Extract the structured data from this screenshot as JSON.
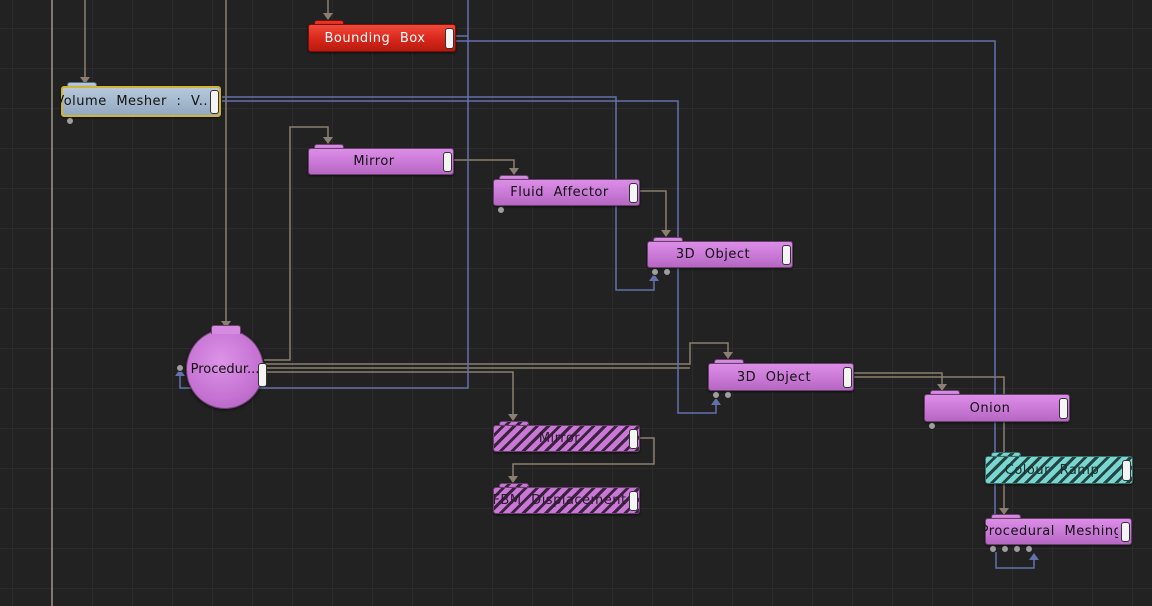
{
  "colors": {
    "background": "#222222",
    "node_purple": "#c978d6",
    "node_red": "#d8261a",
    "node_blue": "#93a9c1",
    "node_teal": "#79d6d0",
    "wire_tan": "#8a7f70",
    "wire_blue": "#6571ad",
    "selection": "#d2b33a"
  },
  "nodes": {
    "bounding_box": "Bounding Box",
    "volume_mesher": "Volume  Mesher  :  V...",
    "mirror": "Mirror",
    "fluid_affector": "Fluid  Affector",
    "object_3d_top": "3D  Object",
    "procedural": "Procedur...",
    "object_3d_mid": "3D  Object",
    "onion": "Onion",
    "mirror_disabled": "Mirror",
    "fbm_displacement": "FBM  Displacement",
    "colour_ramp": "Colour  Ramp",
    "procedural_meshing": "Procedural  Meshing"
  }
}
